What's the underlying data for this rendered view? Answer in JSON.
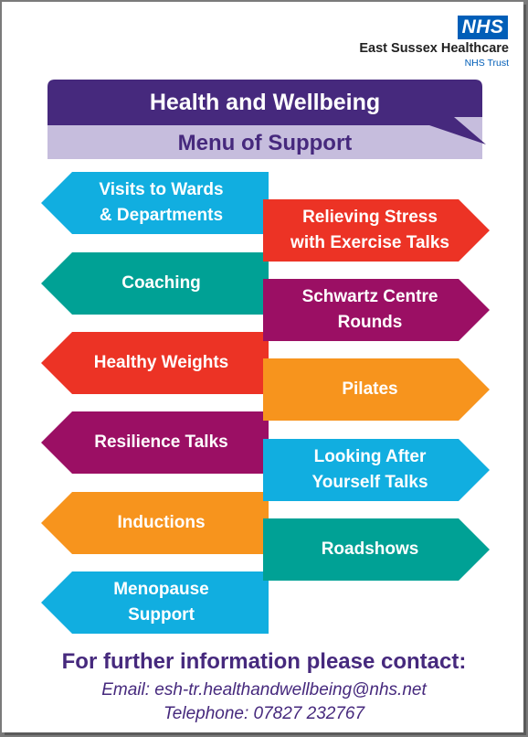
{
  "logo": {
    "badge": "NHS",
    "organisation": "East Sussex Healthcare",
    "trust": "NHS Trust"
  },
  "banner": {
    "title": "Health and Wellbeing",
    "subtitle": "Menu of Support"
  },
  "colors": {
    "purple": "#46297d",
    "lavender": "#c6bddd",
    "cyan": "#11aee0",
    "teal": "#00a195",
    "red": "#ec3325",
    "magenta": "#9b0f64",
    "orange": "#f7941d",
    "nhs_blue": "#005eb8"
  },
  "left_arrows": [
    {
      "label": "Visits to Wards\n& Departments",
      "color": "cyan"
    },
    {
      "label": "Coaching",
      "color": "teal"
    },
    {
      "label": "Healthy Weights",
      "color": "red"
    },
    {
      "label": "Resilience Talks",
      "color": "magenta"
    },
    {
      "label": "Inductions",
      "color": "orange"
    },
    {
      "label": "Menopause\nSupport",
      "color": "cyan"
    }
  ],
  "right_arrows": [
    {
      "label": "Relieving Stress\nwith Exercise Talks",
      "color": "red"
    },
    {
      "label": "Schwartz Centre\nRounds",
      "color": "magenta"
    },
    {
      "label": "Pilates",
      "color": "orange"
    },
    {
      "label": "Looking After\nYourself Talks",
      "color": "cyan"
    },
    {
      "label": "Roadshows",
      "color": "teal"
    }
  ],
  "contact": {
    "heading": "For further information please contact:",
    "email": "Email: esh-tr.healthandwellbeing@nhs.net",
    "telephone": "Telephone: 07827 232767"
  }
}
